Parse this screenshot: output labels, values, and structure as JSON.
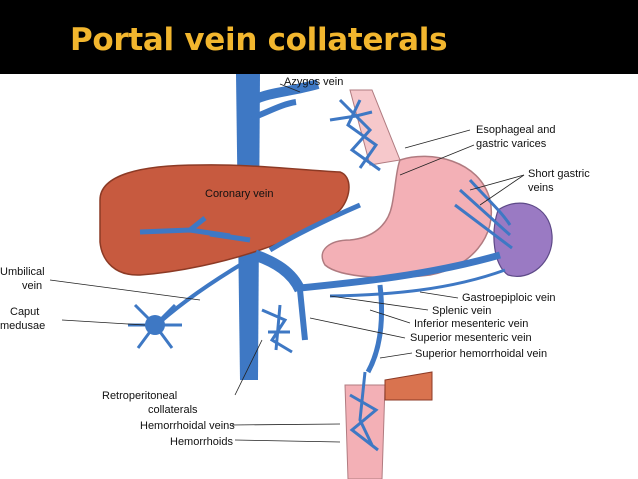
{
  "slide": {
    "title": "Portal vein collaterals",
    "header_bg": "#000000",
    "title_color": "#f2b62e",
    "vein_color": "#3e78c4",
    "liver_color": "#c75a3f",
    "stomach_color": "#f3b0b6",
    "spleen_color": "#9a7ac3"
  },
  "labels": {
    "azygos": "Azygos vein",
    "esophageal_1": "Esophageal and",
    "esophageal_2": "gastric varices",
    "short_gastric_1": "Short gastric",
    "short_gastric_2": "veins",
    "coronary": "Coronary vein",
    "umbilical_1": "Umbilical",
    "umbilical_2": "vein",
    "caput_1": "Caput",
    "caput_2": "medusae",
    "gastroepiploic": "Gastroepiploic vein",
    "splenic": "Splenic vein",
    "inferior_mesenteric": "Inferior mesenteric vein",
    "superior_mesenteric": "Superior mesenteric vein",
    "superior_hemorrhoidal": "Superior hemorrhoidal vein",
    "retroperitoneal_1": "Retroperitoneal",
    "retroperitoneal_2": "collaterals",
    "hemorrhoidal_veins": "Hemorrhoidal veins",
    "hemorrhoids": "Hemorrhoids"
  }
}
